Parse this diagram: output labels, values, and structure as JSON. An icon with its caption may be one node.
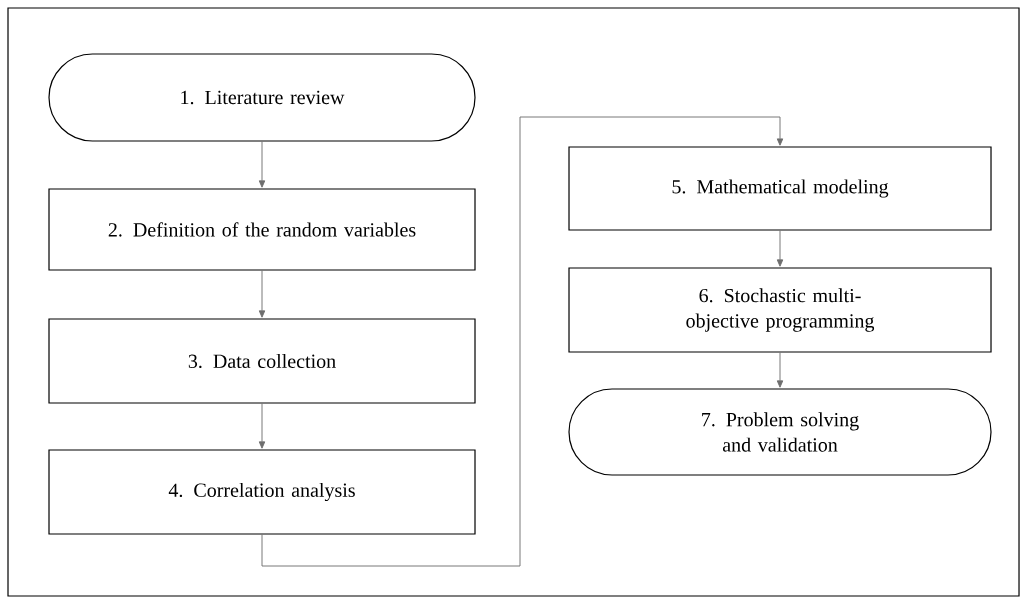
{
  "diagram": {
    "nodes": [
      {
        "text": [
          "1. Literature review"
        ]
      },
      {
        "text": [
          "2. Definition of the random variables"
        ]
      },
      {
        "text": [
          "3. Data collection"
        ]
      },
      {
        "text": [
          "4. Correlation analysis"
        ]
      },
      {
        "text": [
          "5. Mathematical modeling"
        ]
      },
      {
        "text": [
          "6. Stochastic multi-objective programming"
        ]
      },
      {
        "text": [
          "7. Problem solving and validation"
        ]
      }
    ],
    "edges": [
      {
        "from": 0,
        "to": 1,
        "arrow": "to"
      },
      {
        "from": 1,
        "to": 2,
        "arrow": "to"
      },
      {
        "from": 2,
        "to": 3,
        "arrow": "to"
      },
      {
        "from": 3,
        "to": 4,
        "arrow": "to"
      },
      {
        "from": 4,
        "to": 5,
        "arrow": "to"
      },
      {
        "from": 5,
        "to": 6,
        "arrow": "to"
      }
    ]
  }
}
